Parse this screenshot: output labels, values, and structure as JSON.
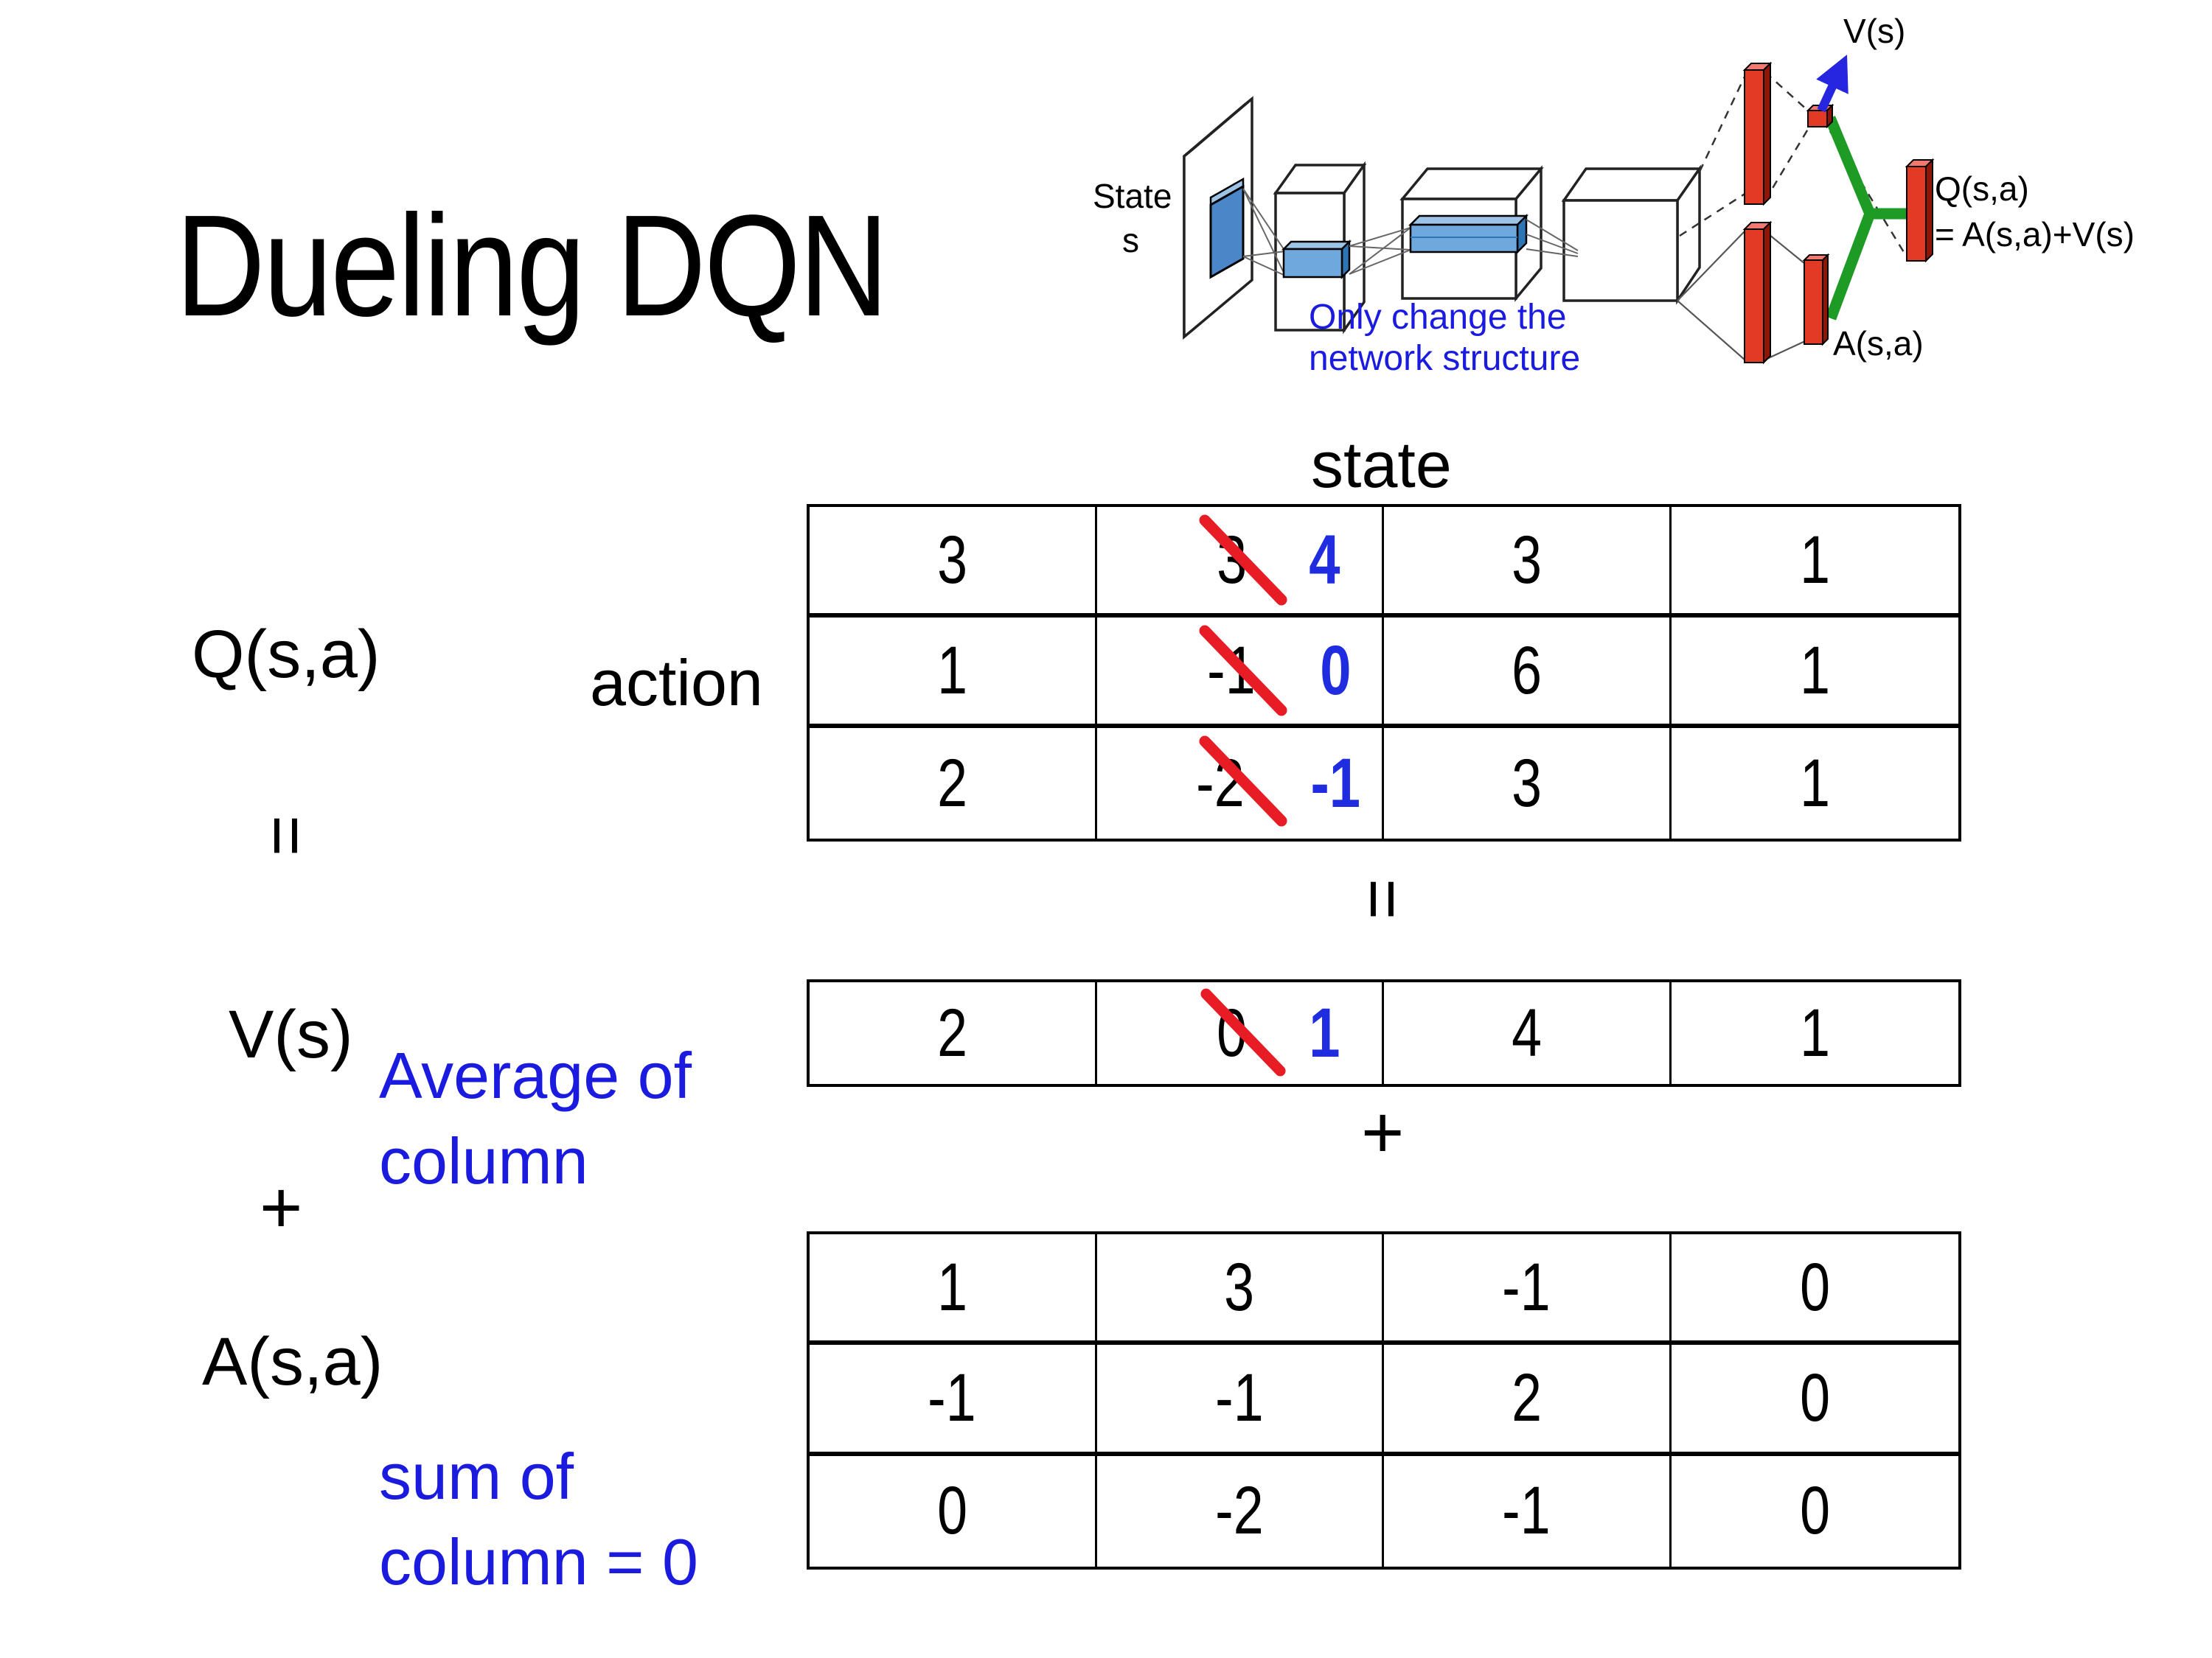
{
  "slide": {
    "title": "Dueling DQN"
  },
  "diagram": {
    "v_label": "V(s)",
    "state_label_line1": "State",
    "state_label_line2": "s",
    "note_line1": "Only change the",
    "note_line2": "network structure",
    "q_label_line1": "Q(s,a)",
    "q_label_line2": "= A(s,a)+V(s)",
    "a_label": "A(s,a)"
  },
  "equation": {
    "q_label": "Q(s,a)",
    "equals_left": "=",
    "v_label": "V(s)",
    "plus_left": "+",
    "a_label": "A(s,a)",
    "equals_mid": "=",
    "plus_mid": "+",
    "state_header": "state",
    "action_header": "action",
    "avg_note_line1": "Average of",
    "avg_note_line2": "column",
    "sum_note_line1": "sum of",
    "sum_note_line2": "column = 0"
  },
  "q_table": {
    "rows": [
      {
        "c0": "3",
        "old": "3",
        "new": "4",
        "c2": "3",
        "c3": "1"
      },
      {
        "c0": "1",
        "old": "-1",
        "new": "0",
        "c2": "6",
        "c3": "1"
      },
      {
        "c0": "2",
        "old": "-2",
        "new": "-1",
        "c2": "3",
        "c3": "1"
      }
    ]
  },
  "v_row": {
    "c0": "2",
    "old": "0",
    "new": "1",
    "c2": "4",
    "c3": "1"
  },
  "a_table": {
    "rows": [
      [
        "1",
        "3",
        "-1",
        "0"
      ],
      [
        "-1",
        "-1",
        "2",
        "0"
      ],
      [
        "0",
        "-2",
        "-1",
        "0"
      ]
    ]
  },
  "colors": {
    "annotation_blue": "#1b1be0",
    "replacement_blue": "#1f2ce0",
    "strike_red": "#e81c24",
    "bar_red": "#e23a24",
    "bar_red_dark": "#8f1507",
    "bar_red_light": "#f4786d",
    "link_green": "#1d9b24",
    "arrow_blue": "#2626e0",
    "conv_blue": "#6fa8dc",
    "conv_blue_light": "#9dc3e6",
    "conv_blue_dark": "#2e75b6",
    "patch_blue": "#4a86c8"
  }
}
